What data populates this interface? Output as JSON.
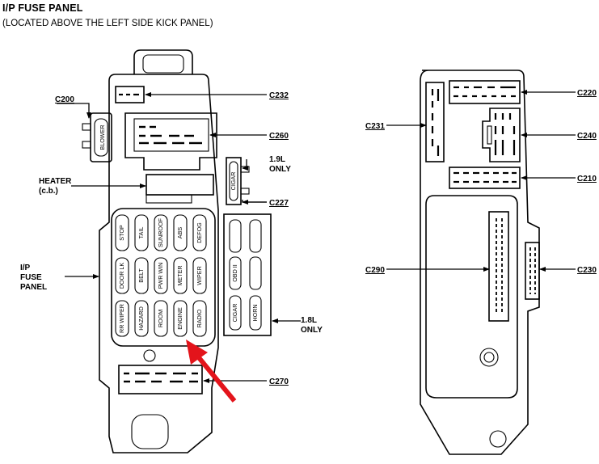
{
  "header": {
    "title": "I/P FUSE PANEL",
    "subtitle": "(LOCATED ABOVE THE LEFT SIDE KICK PANEL)"
  },
  "left_panel": {
    "connectors": {
      "c200": "C200",
      "c232": "C232",
      "c260": "C260",
      "c227": "C227",
      "c270": "C270"
    },
    "heater_line1": "HEATER",
    "heater_line2": "(c.b.)",
    "ip_line1": "I/P",
    "ip_line2": "FUSE",
    "ip_line3": "PANEL",
    "only19_line1": "1.9L",
    "only19_line2": "ONLY",
    "only18_line1": "1.8L",
    "only18_line2": "ONLY",
    "blower": "BLOWER",
    "cigar_top": "CIGAR",
    "fuses": [
      [
        "STOP",
        "TAIL",
        "SUNROOF",
        "ABS",
        "DEFOG"
      ],
      [
        "DOOR LK",
        "BELT",
        "PWR WIN",
        "METER",
        "WIPER"
      ],
      [
        "RR WIPER",
        "HAZARD",
        "ROOM",
        "ENGINE",
        "RADIO"
      ]
    ],
    "side_fuses": [
      "OBD II",
      "CIGAR",
      "HORN"
    ]
  },
  "right_panel": {
    "connectors": {
      "c220": "C220",
      "c231": "C231",
      "c240": "C240",
      "c210": "C210",
      "c290": "C290",
      "c230": "C230"
    }
  },
  "colors": {
    "line": "#000000",
    "arrow": "#e3141b",
    "background": "#ffffff"
  }
}
